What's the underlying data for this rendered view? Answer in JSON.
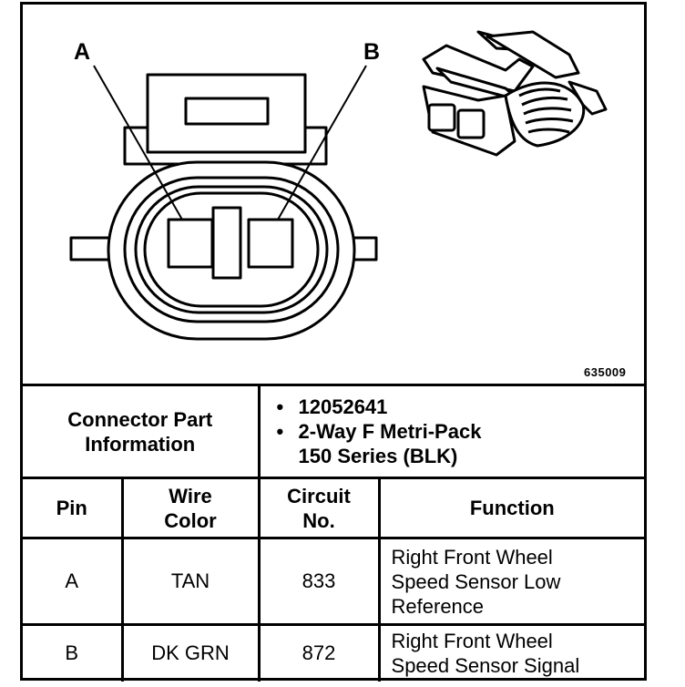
{
  "diagram": {
    "pin_labels": [
      "A",
      "B"
    ],
    "figure_number": "635009"
  },
  "connector_info": {
    "label": [
      "Connector Part",
      "Information"
    ],
    "part_number": "12052641",
    "description": [
      "2-Way F Metri-Pack",
      "150 Series (BLK)"
    ]
  },
  "table": {
    "headers": {
      "pin": "Pin",
      "wire_color": [
        "Wire",
        "Color"
      ],
      "circuit": [
        "Circuit",
        "No."
      ],
      "function": "Function"
    },
    "rows": [
      {
        "pin": "A",
        "wire_color": "TAN",
        "circuit": "833",
        "function": [
          "Right Front Wheel",
          "Speed Sensor Low",
          "Reference"
        ]
      },
      {
        "pin": "B",
        "wire_color": "DK GRN",
        "circuit": "872",
        "function": [
          "Right Front Wheel",
          "Speed Sensor Signal"
        ]
      }
    ]
  }
}
